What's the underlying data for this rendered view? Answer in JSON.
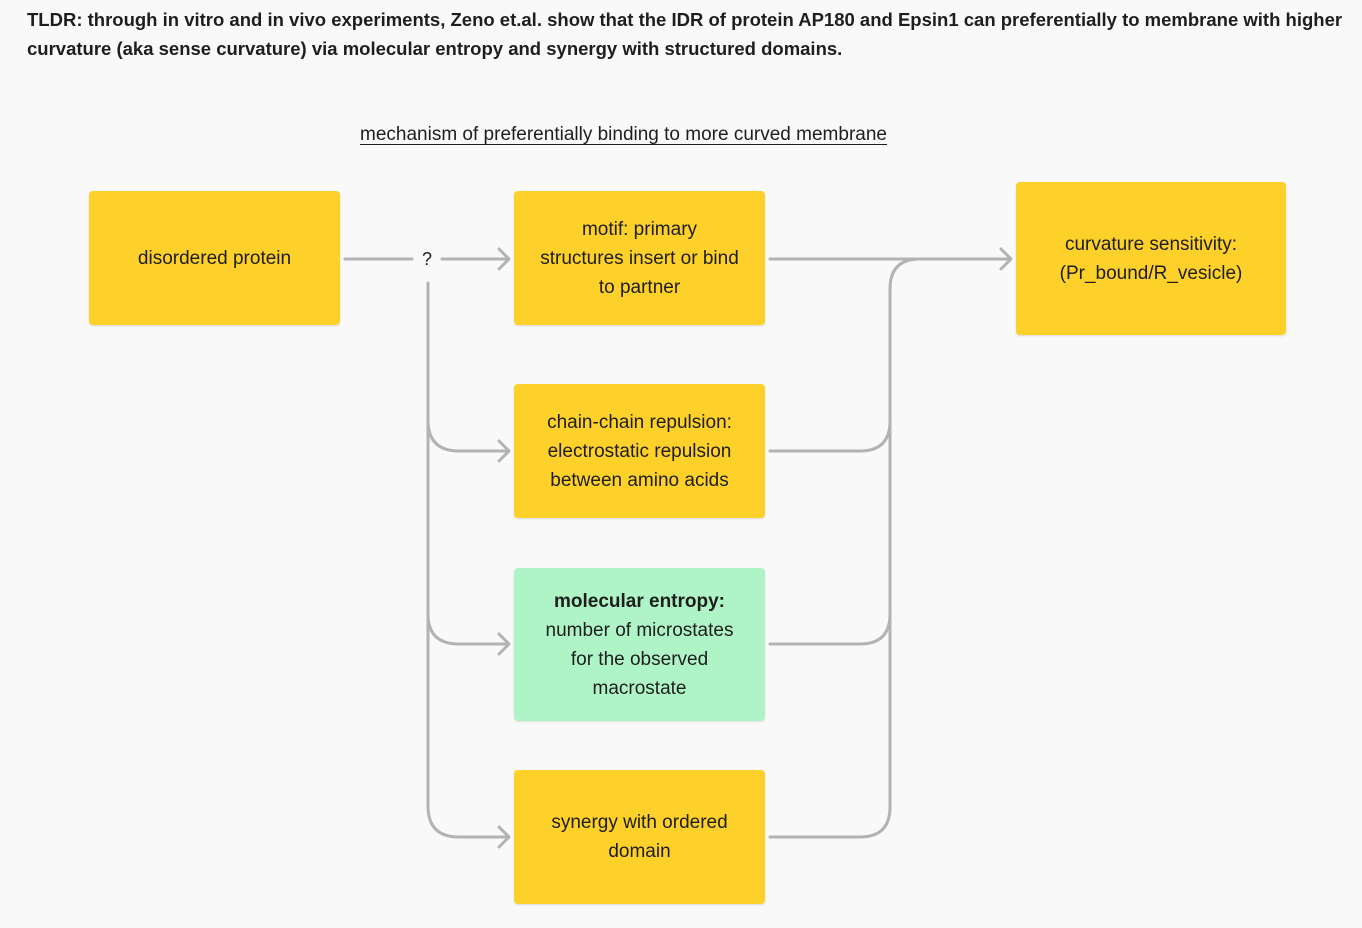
{
  "tldr": "TLDR: through in vitro and in vivo experiments, Zeno et.al. show that the IDR of protein AP180 and Epsin1 can  preferentially to membrane with higher curvature (aka sense curvature) via molecular entropy and synergy with structured domains.",
  "diagram": {
    "title": "mechanism of preferentially binding to more curved membrane",
    "connector_label": "?",
    "colors": {
      "yellow_node": "#fed02a",
      "green_node": "#aff4c6",
      "connector": "#b3b3b3",
      "background": "#f9f9f9"
    },
    "nodes": {
      "disordered_protein": "disordered protein",
      "motif": "motif: primary structures insert or bind to partner",
      "chain_repulsion": "chain-chain repulsion: electrostatic repulsion between amino acids",
      "entropy_title": "molecular entropy:",
      "entropy_body": "number of microstates for the observed macrostate",
      "synergy": "synergy with ordered domain",
      "curvature": "curvature sensitivity: (Pr_bound/R_vesicle)"
    }
  }
}
